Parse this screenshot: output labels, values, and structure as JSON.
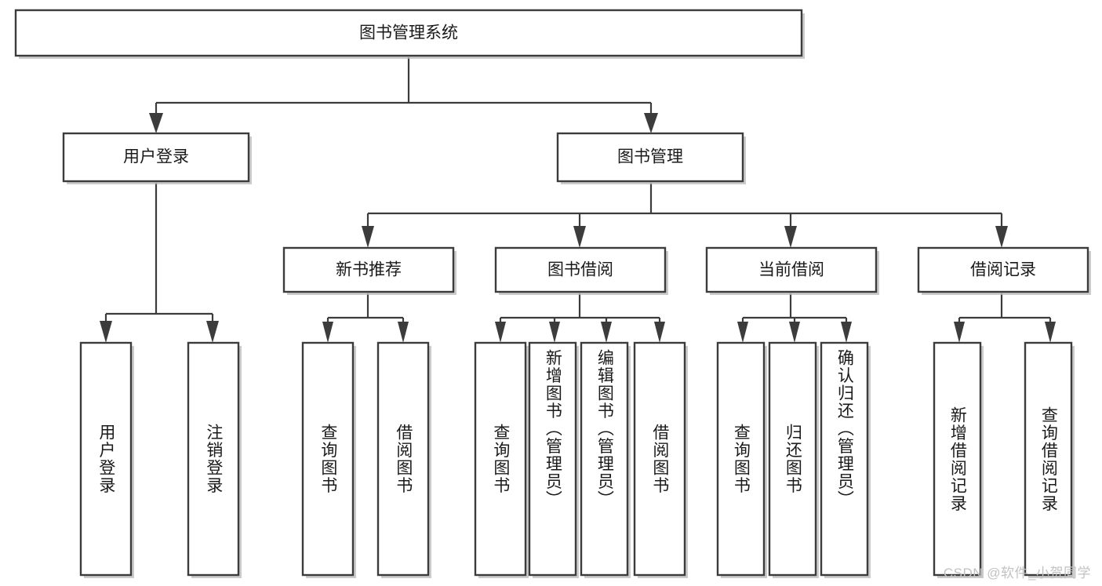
{
  "diagram": {
    "type": "tree-hierarchy",
    "title": "图书管理系统",
    "orientation": "top-down",
    "colors": {
      "box_stroke": "#3c3c3c",
      "box_fill": "#ffffff",
      "edge": "#3c3c3c",
      "text": "#1a1a1a",
      "watermark": "#c2c2c2"
    },
    "root": {
      "id": "root",
      "label": "图书管理系统"
    },
    "level2": [
      {
        "id": "user-login",
        "label": "用户登录"
      },
      {
        "id": "book-management",
        "label": "图书管理"
      }
    ],
    "level3": [
      {
        "id": "new-book-recommend",
        "label": "新书推荐",
        "parent": "book-management"
      },
      {
        "id": "book-borrow",
        "label": "图书借阅",
        "parent": "book-management"
      },
      {
        "id": "current-borrow",
        "label": "当前借阅",
        "parent": "book-management"
      },
      {
        "id": "borrow-record",
        "label": "借阅记录",
        "parent": "book-management"
      }
    ],
    "leaves": [
      {
        "id": "leaf-user-login",
        "label": "用户登录",
        "parent": "user-login"
      },
      {
        "id": "leaf-user-logout",
        "label": "注销登录",
        "parent": "user-login"
      },
      {
        "id": "leaf-query-book-1",
        "label": "查询图书",
        "parent": "new-book-recommend"
      },
      {
        "id": "leaf-borrow-book-1",
        "label": "借阅图书",
        "parent": "new-book-recommend"
      },
      {
        "id": "leaf-query-book-2",
        "label": "查询图书",
        "parent": "book-borrow"
      },
      {
        "id": "leaf-add-book",
        "label": "新增图书（管理员）",
        "parent": "book-borrow"
      },
      {
        "id": "leaf-edit-book",
        "label": "编辑图书（管理员）",
        "parent": "book-borrow"
      },
      {
        "id": "leaf-borrow-book-2",
        "label": "借阅图书",
        "parent": "book-borrow"
      },
      {
        "id": "leaf-query-book-3",
        "label": "查询图书",
        "parent": "current-borrow"
      },
      {
        "id": "leaf-return-book",
        "label": "归还图书",
        "parent": "current-borrow"
      },
      {
        "id": "leaf-confirm-return",
        "label": "确认归还（管理员）",
        "parent": "current-borrow"
      },
      {
        "id": "leaf-add-record",
        "label": "新增借阅记录",
        "parent": "borrow-record"
      },
      {
        "id": "leaf-query-record",
        "label": "查询借阅记录",
        "parent": "borrow-record"
      }
    ]
  },
  "watermark": {
    "text": "CSDN @软件_小贺同学"
  }
}
